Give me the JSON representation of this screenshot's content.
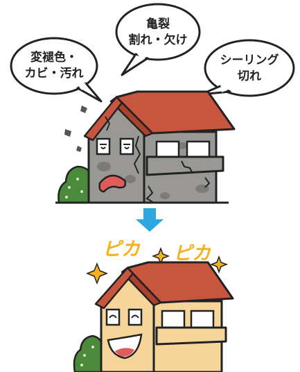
{
  "bubbles": [
    {
      "lines": [
        "変褪色・",
        "カビ・汚れ"
      ]
    },
    {
      "lines": [
        "亀裂",
        "割れ・欠け"
      ]
    },
    {
      "lines": [
        "シーリング",
        "切れ"
      ]
    }
  ],
  "after_labels": [
    "ピカ",
    "ピカ"
  ],
  "colors": {
    "roof": "#c8553d",
    "wall_before": "#9a9894",
    "wall_after": "#f6d59b",
    "arrow": "#2ea7e0",
    "sparkle": "#f5b21e",
    "shrub": "#4a8a3a"
  }
}
